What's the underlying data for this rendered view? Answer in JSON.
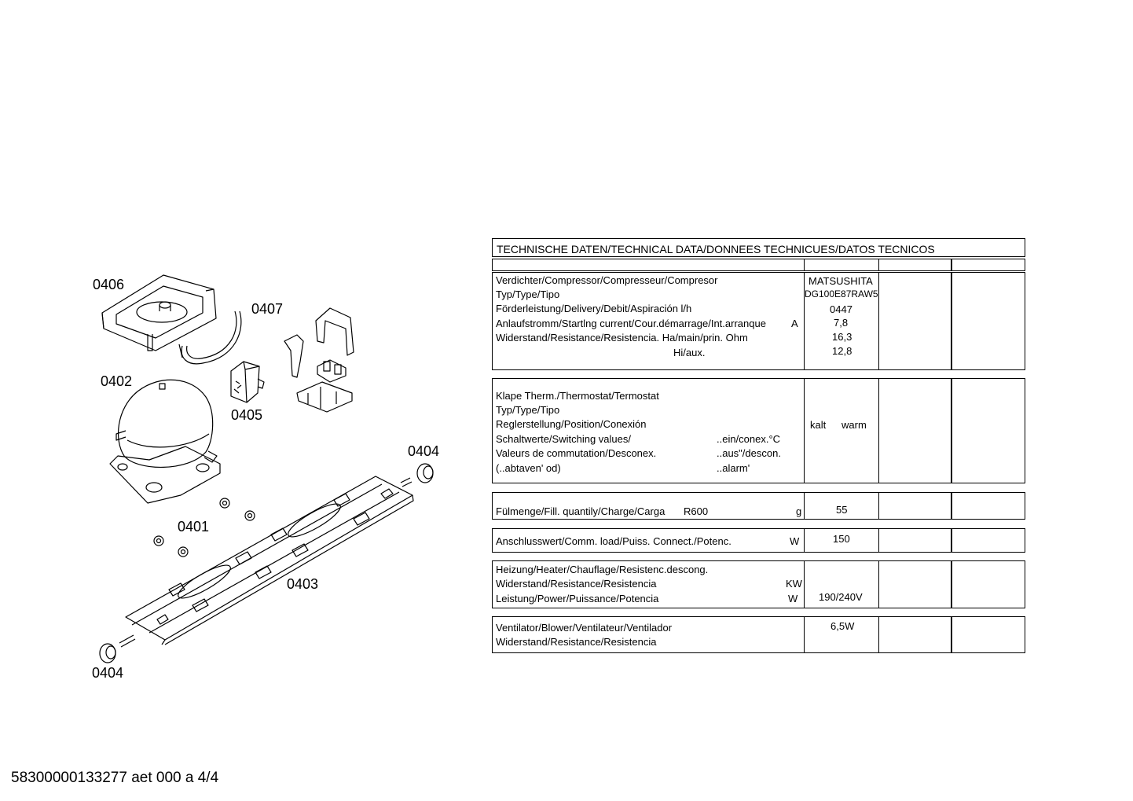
{
  "labels": {
    "p0406": "0406",
    "p0407": "0407",
    "p0402": "0402",
    "p0405": "0405",
    "p0404a": "0404",
    "p0401": "0401",
    "p0403": "0403",
    "p0404b": "0404"
  },
  "footer": "58300000133277 aet 000 a 4/4",
  "table": {
    "title": "TECHNISCHE DATEN/TECHNICAL DATA/DONNEES TECHNICUES/DATOS TECNICOS",
    "compressor": {
      "r1": "Verdichter/Compressor/Compresseur/Compresor",
      "r2": "Typ/Type/Tipo",
      "r3": "Förderleistung/Delivery/Debit/Aspiración l/h",
      "r4": "Anlaufstromm/Startlng current/Cour.démarrage/Int.arranque",
      "r4unit": "A",
      "r5": "Widerstand/Resistance/Resistencia. Ha/main/prin. Ohm",
      "r6": "Hi/aux.",
      "v1": "MATSUSHITA",
      "v2": "DG100E87RAW5",
      "v3": "0447",
      "v4": "7,8",
      "v5": "16,3",
      "v6": "12,8"
    },
    "thermostat": {
      "r1": "Klape Therm./Thermostat/Termostat",
      "r2": "Typ/Type/Tipo",
      "r3": "Reglerstellung/Position/Conexión",
      "r4": "Schaltwerte/Switching values/",
      "r4b": "..ein/conex.°C",
      "r5": "Valeurs de commutation/Desconex.",
      "r5b": "..aus\"/descon.",
      "r6": "(..abtaven' od)",
      "r6b": "..alarm'",
      "kalt": "kalt",
      "warm": "warm"
    },
    "fill": {
      "label": "Fülmenge/Fill. quantily/Charge/Carga",
      "refrigerant": "R600",
      "unit": "g",
      "value": "55"
    },
    "load": {
      "label": "Anschlusswert/Comm. load/Puiss. Connect./Potenc.",
      "unit": "W",
      "value": "150"
    },
    "heater": {
      "r1": "Heizung/Heater/Chauflage/Resistenc.descong.",
      "r2": "Widerstand/Resistance/Resistencia",
      "r2unit": "KW",
      "r3": "Leistung/Power/Puissance/Potencia",
      "r3unit": "W",
      "value": "190/240V"
    },
    "blower": {
      "r1": "Ventilator/Blower/Ventilateur/Ventilador",
      "r2": "Widerstand/Resistance/Resistencia",
      "value": "6,5W"
    }
  }
}
